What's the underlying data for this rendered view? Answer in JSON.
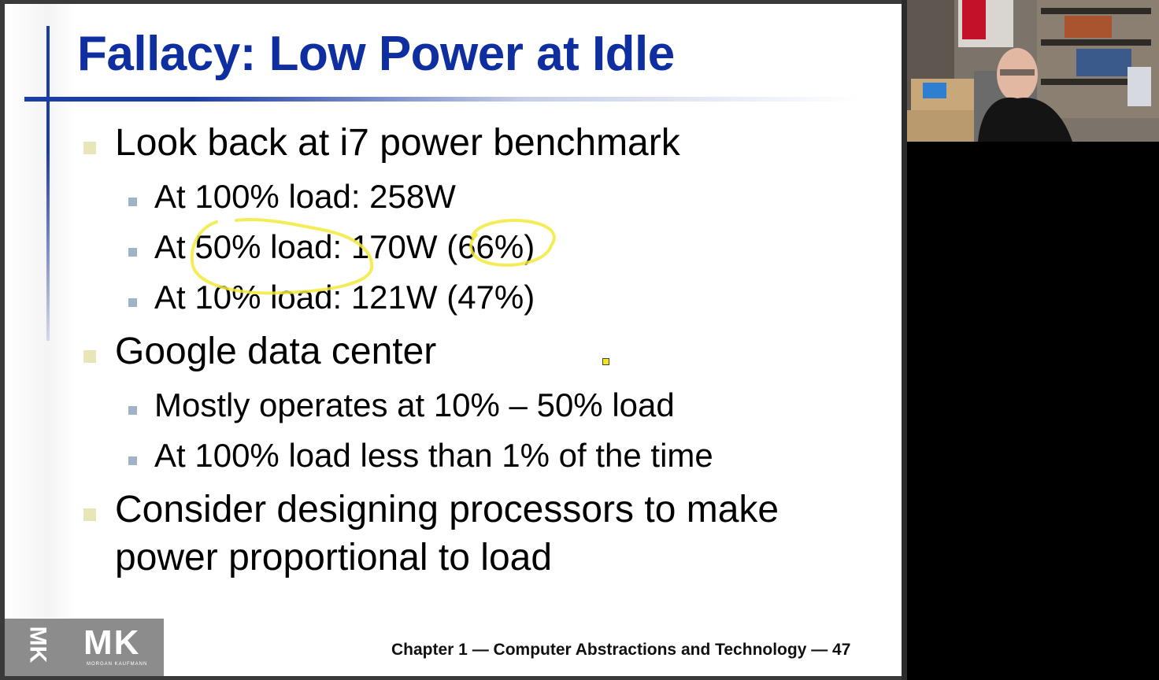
{
  "slide": {
    "title": "Fallacy: Low Power at Idle",
    "bullets": [
      {
        "text": "Look back at i7 power benchmark",
        "sub": [
          "At 100% load: 258W",
          "At 50% load: 170W (66%)",
          "At 10% load: 121W (47%)"
        ]
      },
      {
        "text": "Google data center",
        "sub": [
          "Mostly operates at 10% – 50% load",
          "At 100% load less than 1% of the time"
        ]
      },
      {
        "text_line1": "Consider designing processors to make",
        "text_line2": "power proportional to load"
      }
    ],
    "footer": "Chapter 1 — Computer Abstractions and Technology — 47",
    "logo": "MK",
    "logo_side": "MK",
    "logo_sub": "MORGAN KAUFMANN"
  },
  "annotation_color": "#f2ea3a",
  "webcam": {
    "icon": "presenter-video-feed"
  }
}
